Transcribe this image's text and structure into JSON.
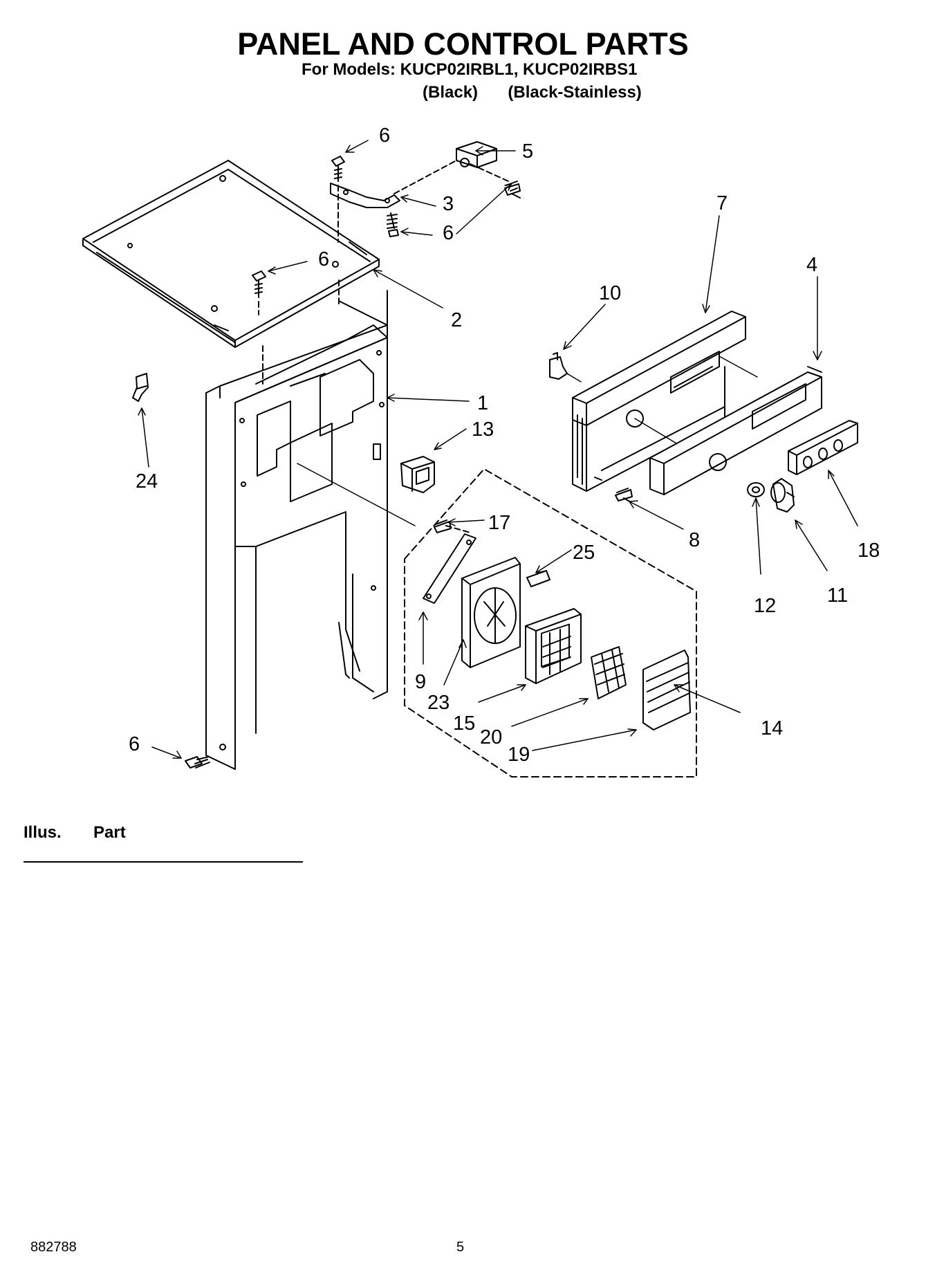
{
  "header": {
    "title": "PANEL AND CONTROL PARTS",
    "models_line": "For Models: KUCP02IRBL1, KUCP02IRBS1",
    "variant_black": "(Black)",
    "variant_stainless": "(Black-Stainless)"
  },
  "callouts": {
    "c1": "1",
    "c2": "2",
    "c3": "3",
    "c4": "4",
    "c5": "5",
    "c6a": "6",
    "c6b": "6",
    "c6c": "6",
    "c6d": "6",
    "c7": "7",
    "c8": "8",
    "c9": "9",
    "c10": "10",
    "c11": "11",
    "c12": "12",
    "c13": "13",
    "c14": "14",
    "c15": "15",
    "c17": "17",
    "c18": "18",
    "c19": "19",
    "c20": "20",
    "c23": "23",
    "c24": "24",
    "c25": "25"
  },
  "table_header": {
    "illus": "Illus.",
    "part": "Part"
  },
  "footer": {
    "doc_number": "882788",
    "page_number": "5"
  },
  "colors": {
    "ink": "#000000",
    "paper": "#ffffff"
  }
}
